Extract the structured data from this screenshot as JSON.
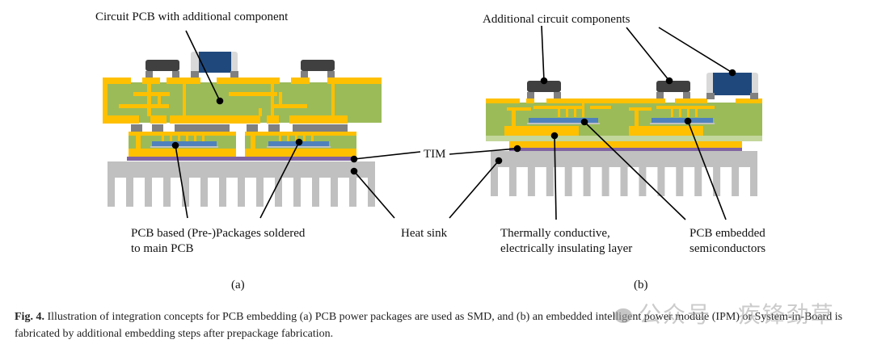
{
  "figure": {
    "panel_a": {
      "sublabel": "(a)",
      "labels": {
        "top": "Circuit PCB with additional component",
        "bottom_line1": "PCB based (Pre-)Packages soldered",
        "bottom_line2": "to main PCB"
      }
    },
    "panel_b": {
      "sublabel": "(b)",
      "labels": {
        "top": "Additional circuit components",
        "thermal_line1": "Thermally conductive,",
        "thermal_line2": "electrically insulating layer",
        "embedded_line1": "PCB embedded",
        "embedded_line2": "semiconductors"
      }
    },
    "shared_labels": {
      "tim": "TIM",
      "heat_sink": "Heat sink"
    },
    "colors": {
      "copper": "#FFC000",
      "pcb_green": "#9BBB59",
      "light_green": "#C3D69B",
      "chip_blue": "#4F81BD",
      "component_dark": "#404040",
      "component_blue": "#1F497D",
      "component_light": "#D9D9D9",
      "solder_gray": "#808080",
      "tim_purple": "#8064A2",
      "heatsink_gray": "#C0C0C0"
    }
  },
  "caption": {
    "label": "Fig. 4.",
    "text": " Illustration of integration concepts for PCB embedding (a) PCB power packages are used as SMD, and (b) an embedded intelligent power module (IPM) or System-in-Board is fabricated by additional embedding steps after prepackage fabrication."
  },
  "watermark": {
    "text": "公众号 · 疾锋劲草"
  }
}
